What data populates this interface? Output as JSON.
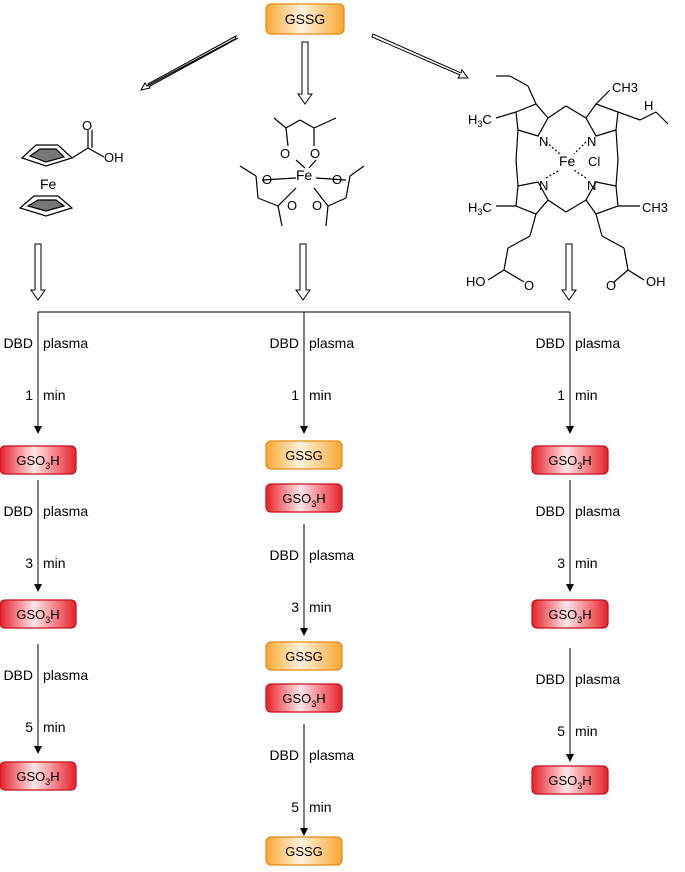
{
  "start": {
    "label": "GSSG"
  },
  "reagents": {
    "ferrocene": {
      "atom_fe": "Fe",
      "group": "OH"
    },
    "acac": {
      "atom_fe": "Fe",
      "o": "O"
    },
    "hemin": {
      "atom_fe": "Fe",
      "atom_cl": "Cl",
      "atom_n": "N",
      "methyl": "CH3",
      "h": "H",
      "acid": "OH",
      "ho": "HO"
    }
  },
  "step_label": {
    "left": "DBD",
    "right": "plasma"
  },
  "min_unit": "min",
  "columns": [
    {
      "steps": [
        {
          "time": "1",
          "products": [
            "GSO3H"
          ]
        },
        {
          "time": "3",
          "products": [
            "GSO3H"
          ]
        },
        {
          "time": "5",
          "products": [
            "GSO3H"
          ]
        }
      ]
    },
    {
      "steps": [
        {
          "time": "1",
          "products": [
            "GSSG",
            "GSO3H"
          ]
        },
        {
          "time": "3",
          "products": [
            "GSSG",
            "GSO3H"
          ]
        },
        {
          "time": "5",
          "products": [
            "GSSG"
          ]
        }
      ]
    },
    {
      "steps": [
        {
          "time": "1",
          "products": [
            "GSO3H"
          ]
        },
        {
          "time": "3",
          "products": [
            "GSO3H"
          ]
        },
        {
          "time": "5",
          "products": [
            "GSO3H"
          ]
        }
      ]
    }
  ],
  "colors": {
    "gssg_box": "#f7a832",
    "gso3h_box": "#e8202a"
  }
}
